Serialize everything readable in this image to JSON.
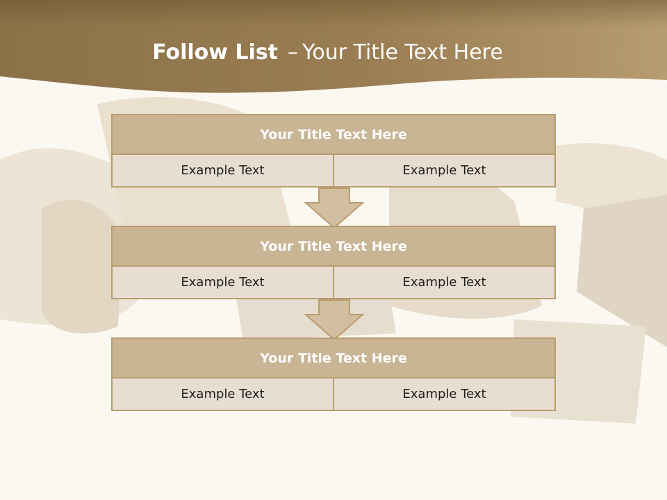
{
  "slide": {
    "title_bold": "Follow List",
    "title_dash": "–",
    "title_rest": "Your Title Text Here"
  },
  "blocks": [
    {
      "title": "Your Title Text Here",
      "left": "Example Text",
      "right": "Example Text"
    },
    {
      "title": "Your Title Text Here",
      "left": "Example Text",
      "right": "Example Text"
    },
    {
      "title": "Your Title Text Here",
      "left": "Example Text",
      "right": "Example Text"
    }
  ],
  "colors": {
    "header_band": "#9f8257",
    "block_header": "#c9b494",
    "block_body": "#e7ded1",
    "border": "#b99c6e",
    "arrow": "#d2bf9f"
  }
}
